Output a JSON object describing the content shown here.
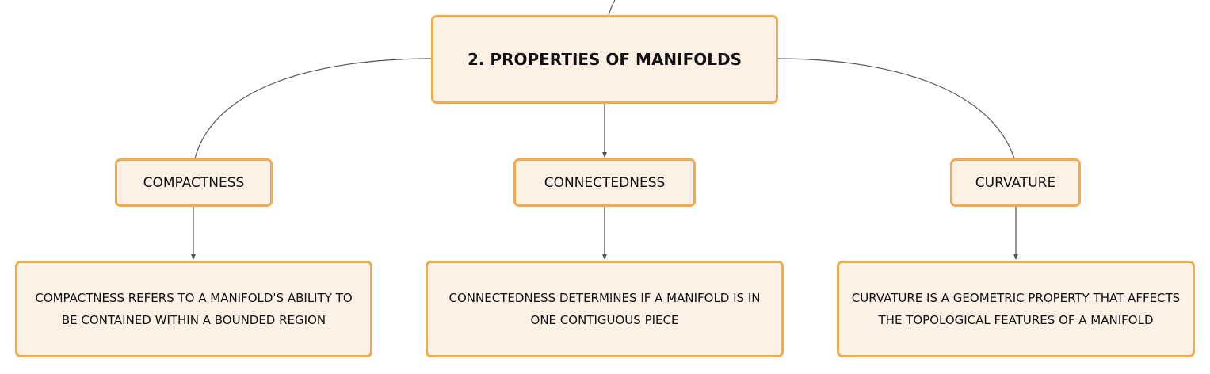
{
  "root": {
    "label": "2. PROPERTIES OF MANIFOLDS"
  },
  "branches": [
    {
      "label": "COMPACTNESS",
      "detail": "COMPACTNESS REFERS TO A MANIFOLD'S ABILITY TO BE CONTAINED WITHIN A BOUNDED REGION"
    },
    {
      "label": "CONNECTEDNESS",
      "detail": "CONNECTEDNESS DETERMINES IF A MANIFOLD IS IN ONE CONTIGUOUS PIECE"
    },
    {
      "label": "CURVATURE",
      "detail": "CURVATURE IS A GEOMETRIC PROPERTY THAT AFFECTS THE TOPOLOGICAL FEATURES OF A MANIFOLD"
    }
  ],
  "colors": {
    "node_fill": "#fdf1e6",
    "node_border": "#f0ab4e",
    "connector": "#555555"
  }
}
